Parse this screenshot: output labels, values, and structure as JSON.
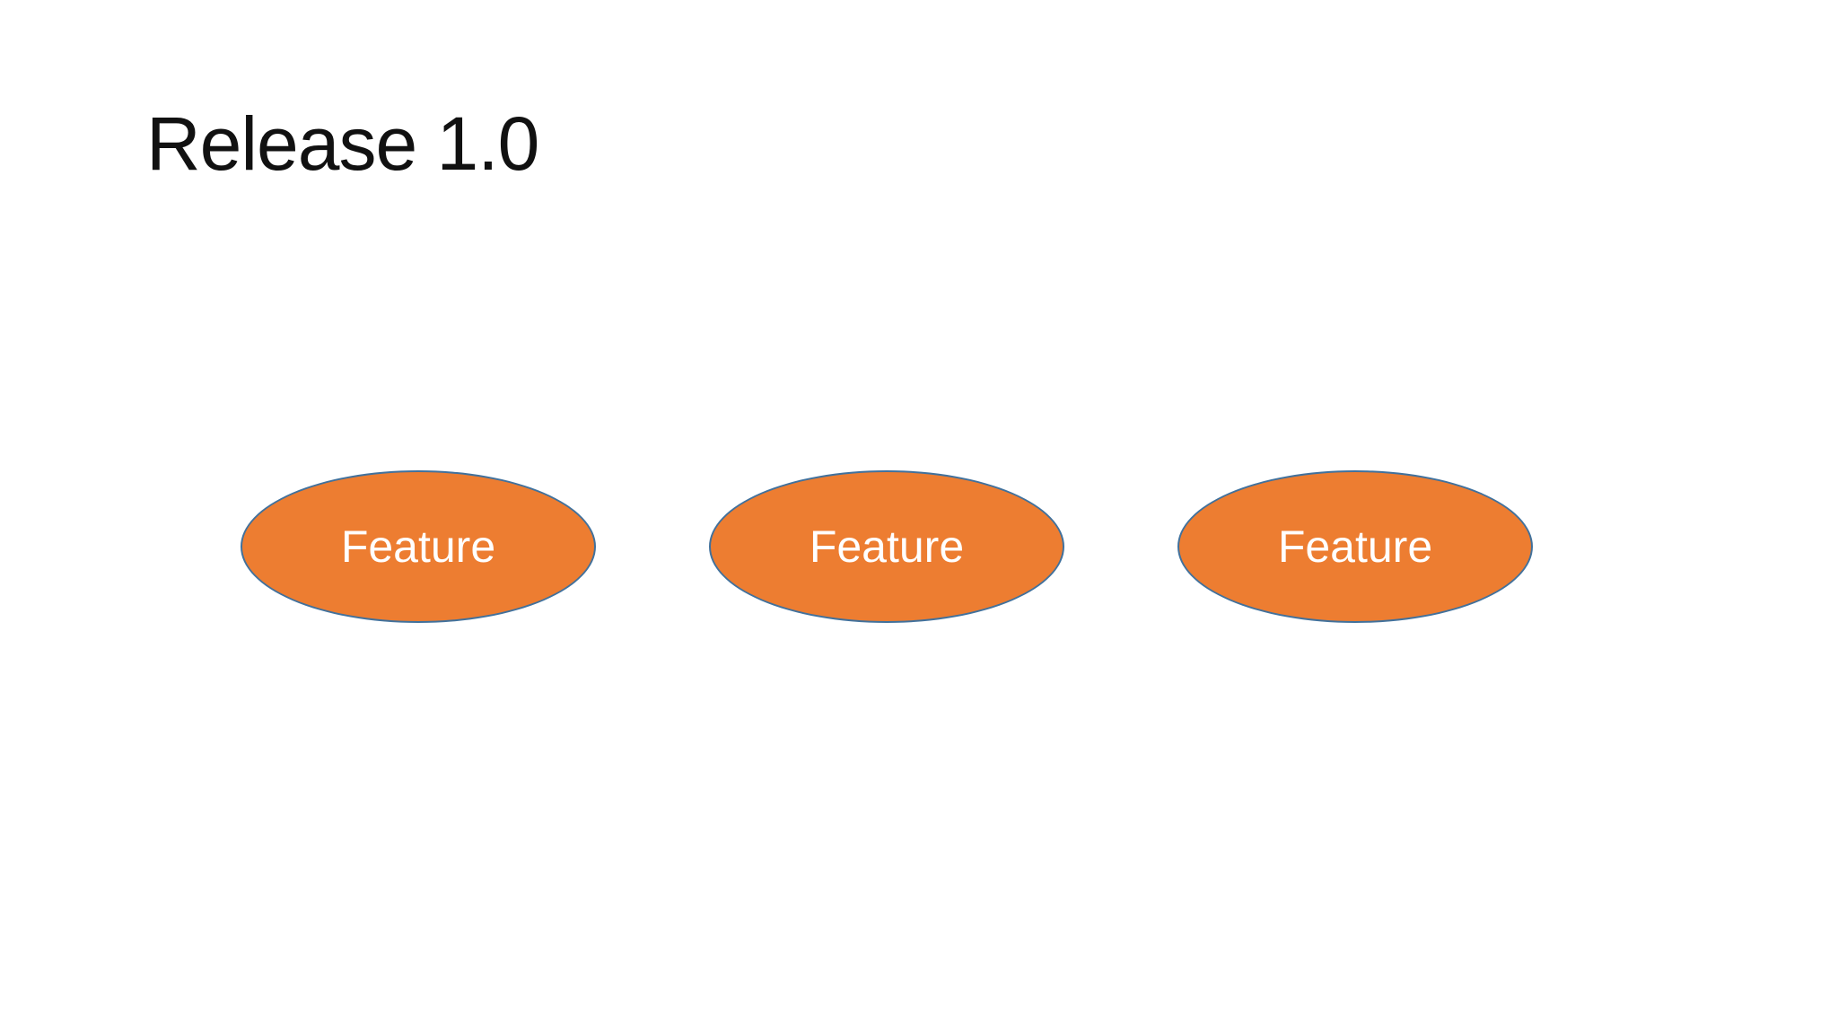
{
  "slide": {
    "title": "Release 1.0",
    "features": [
      {
        "label": "Feature"
      },
      {
        "label": "Feature"
      },
      {
        "label": "Feature"
      }
    ],
    "colors": {
      "background": "#FFFFFF",
      "title_text": "#111111",
      "ellipse_fill": "#ED7D31",
      "ellipse_border": "#41719C",
      "ellipse_text": "#FFFFFF"
    }
  }
}
